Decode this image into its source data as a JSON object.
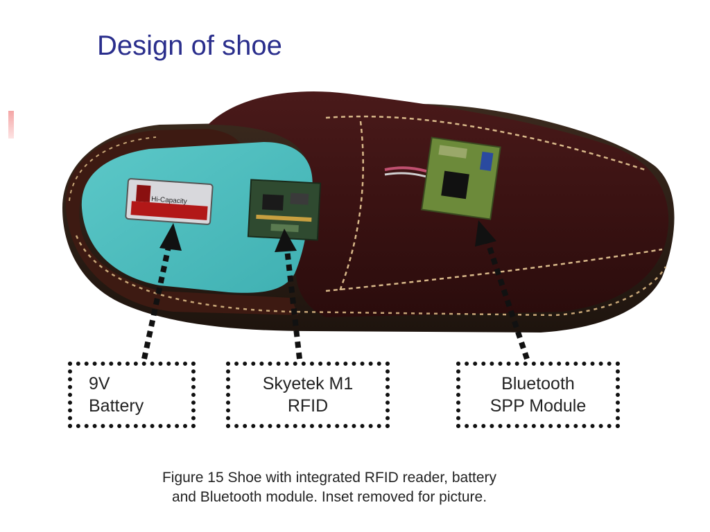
{
  "slide": {
    "title": "Design of shoe"
  },
  "photo": {
    "battery_brand": "Hi-Capacity"
  },
  "labels": {
    "battery": {
      "line1": "9V",
      "line2": "Battery"
    },
    "rfid": {
      "line1": "Skyetek M1",
      "line2": "RFID"
    },
    "bluetooth": {
      "line1": "Bluetooth",
      "line2": "SPP Module"
    }
  },
  "caption": {
    "line1": "Figure 15 Shoe with integrated RFID reader, battery",
    "line2": "and Bluetooth module. Inset removed for picture."
  }
}
